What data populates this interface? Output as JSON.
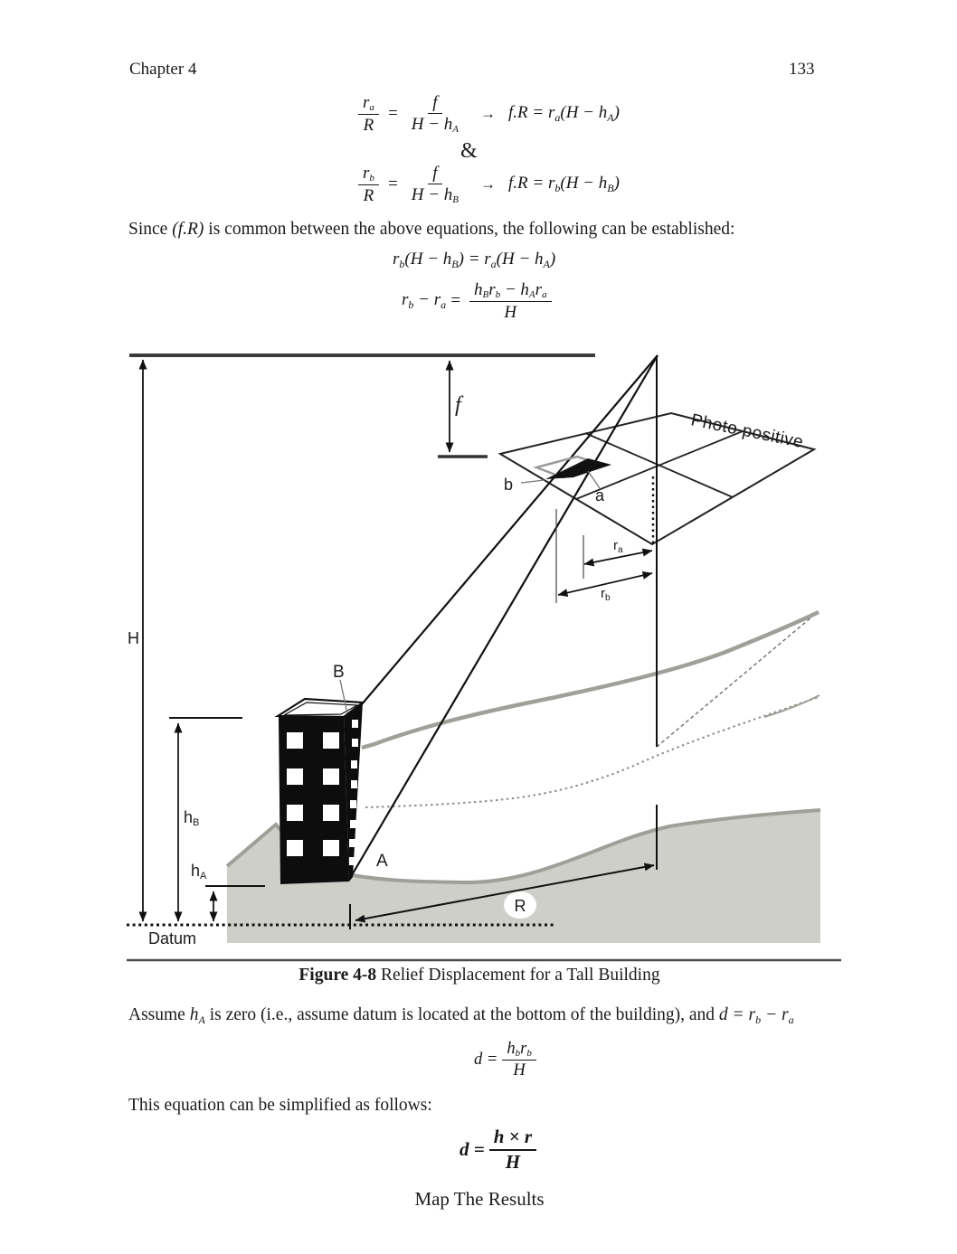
{
  "page": {
    "header": {
      "chapter": "Chapter 4",
      "page_number": "133"
    }
  },
  "colors": {
    "ink": "#1b1b1b",
    "terrain_fill": "#cfcfca",
    "terrain_stroke": "#a0a09a",
    "building_fill": "#0d0d0d"
  },
  "equations": {
    "eq1": {
      "num1": "r",
      "num1_sub": "a",
      "den1": "R",
      "equals": "=",
      "num2": "f",
      "den2": "H − h",
      "den2_sub": "A",
      "arrow": "→",
      "rhs_a": "f.R = r",
      "rhs_a_sub": "a",
      "rhs_b": "(H − h",
      "rhs_b_sub": "A",
      "rhs_c": ")"
    },
    "amp": "&",
    "eq2": {
      "num1": "r",
      "num1_sub": "b",
      "den1": "R",
      "equals": "=",
      "num2": "f",
      "den2": "H − h",
      "den2_sub": "B",
      "arrow": "→",
      "rhs_a": "f.R = r",
      "rhs_a_sub": "b",
      "rhs_b": "(H − h",
      "rhs_b_sub": "B",
      "rhs_c": ")"
    },
    "since": {
      "t1": "Since ",
      "math": "(f.R)",
      "t2": " is common between the above equations, the following can be established:"
    },
    "eq3": {
      "p1": "r",
      "s1": "b",
      "p2": "(H − h",
      "s2": "B",
      "p3": ") = r",
      "s3": "a",
      "p4": "(H − h",
      "s4": "A",
      "p5": ")"
    },
    "eq4": {
      "lhs1": "r",
      "lhs1_sub": "b",
      "lhs2": " − r",
      "lhs2_sub": "a",
      "equals": "=",
      "numA": "h",
      "numA_sub": "B",
      "numB": "r",
      "numB_sub": "b",
      "numC": " − h",
      "numC_sub": "A",
      "numD": "r",
      "numD_sub": "a",
      "den": "H"
    }
  },
  "figure": {
    "caption": {
      "bold": "Figure 4-8",
      "rest": " Relief Displacement for a Tall Building"
    },
    "labels": {
      "H": "H",
      "f": "f",
      "point_b": "b",
      "point_a": "a",
      "r": "r",
      "sub_a": "a",
      "sub_b": "b",
      "B": "B",
      "A": "A",
      "h": "h",
      "sub_B": "B",
      "sub_A": "A",
      "datum": "Datum",
      "R": "R",
      "photo_positive": "Photo positive"
    }
  },
  "body2": {
    "assume": {
      "t1": "Assume ",
      "h": "h",
      "h_sub": "A",
      "t2": " is zero (i.e., assume datum is located at the bottom of the building), and ",
      "m1": "d = r",
      "m1_sub": "b",
      "m2": " − r",
      "m2_sub": "a"
    },
    "eq5": {
      "lhs": "d =",
      "num1": "h",
      "num1_sub": "b",
      "num2": "r",
      "num2_sub": "b",
      "den": "H"
    },
    "simplify": "This equation can be simplified as follows:",
    "eq6": {
      "lhs": "d =",
      "num": "h × r",
      "den": "H"
    },
    "map_results": "Map The Results"
  }
}
